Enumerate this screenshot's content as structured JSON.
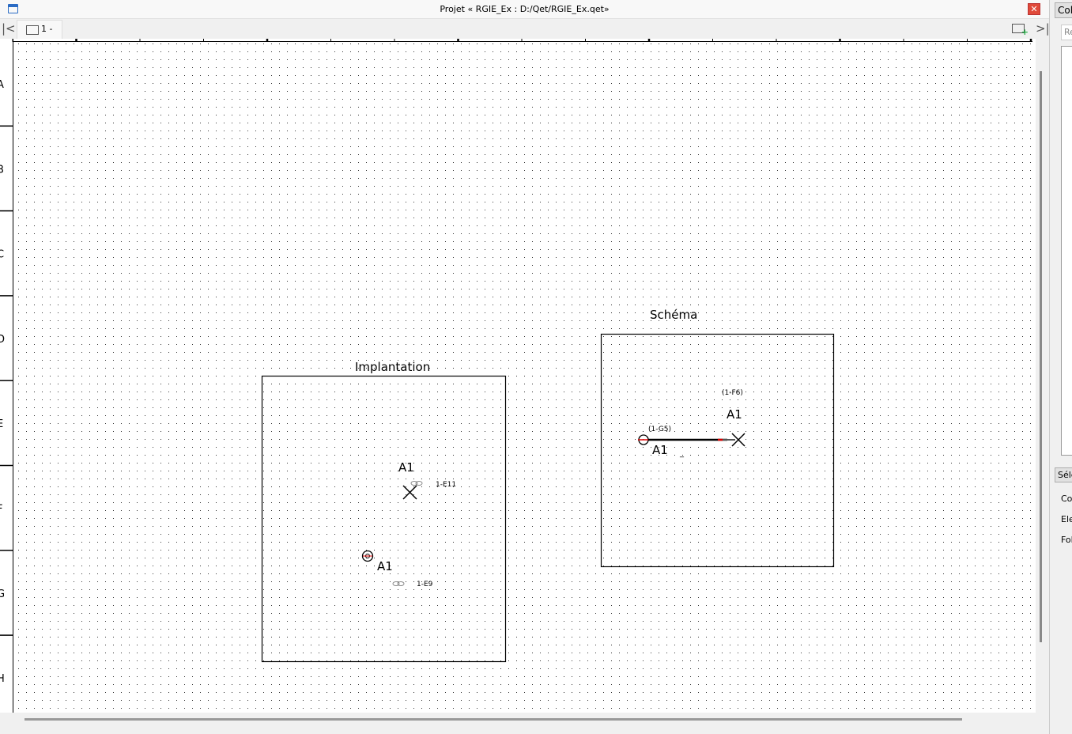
{
  "window": {
    "title": "Projet « RGIE_Ex : D:/Qet/RGIE_Ex.qet»",
    "close_icon": "close-icon"
  },
  "tabs": [
    {
      "label": "1 -"
    }
  ],
  "rows": [
    "A",
    "B",
    "C",
    "D",
    "E",
    "F",
    "G",
    "H"
  ],
  "diagram": {
    "implantation": {
      "title": "Implantation",
      "labels": [
        "A1",
        "A1"
      ],
      "refs": [
        "1-E11",
        "1-E9"
      ]
    },
    "schema": {
      "title": "Schéma",
      "labels": [
        "A1",
        "A1"
      ],
      "refs": [
        "(1-F6)",
        "(1-G5)"
      ],
      "underscore": "_"
    }
  },
  "panel": {
    "tab_label": "Col",
    "search_placeholder": "Re",
    "select_button": "Séle",
    "items": [
      "Co",
      "Ele",
      "Fol"
    ]
  }
}
